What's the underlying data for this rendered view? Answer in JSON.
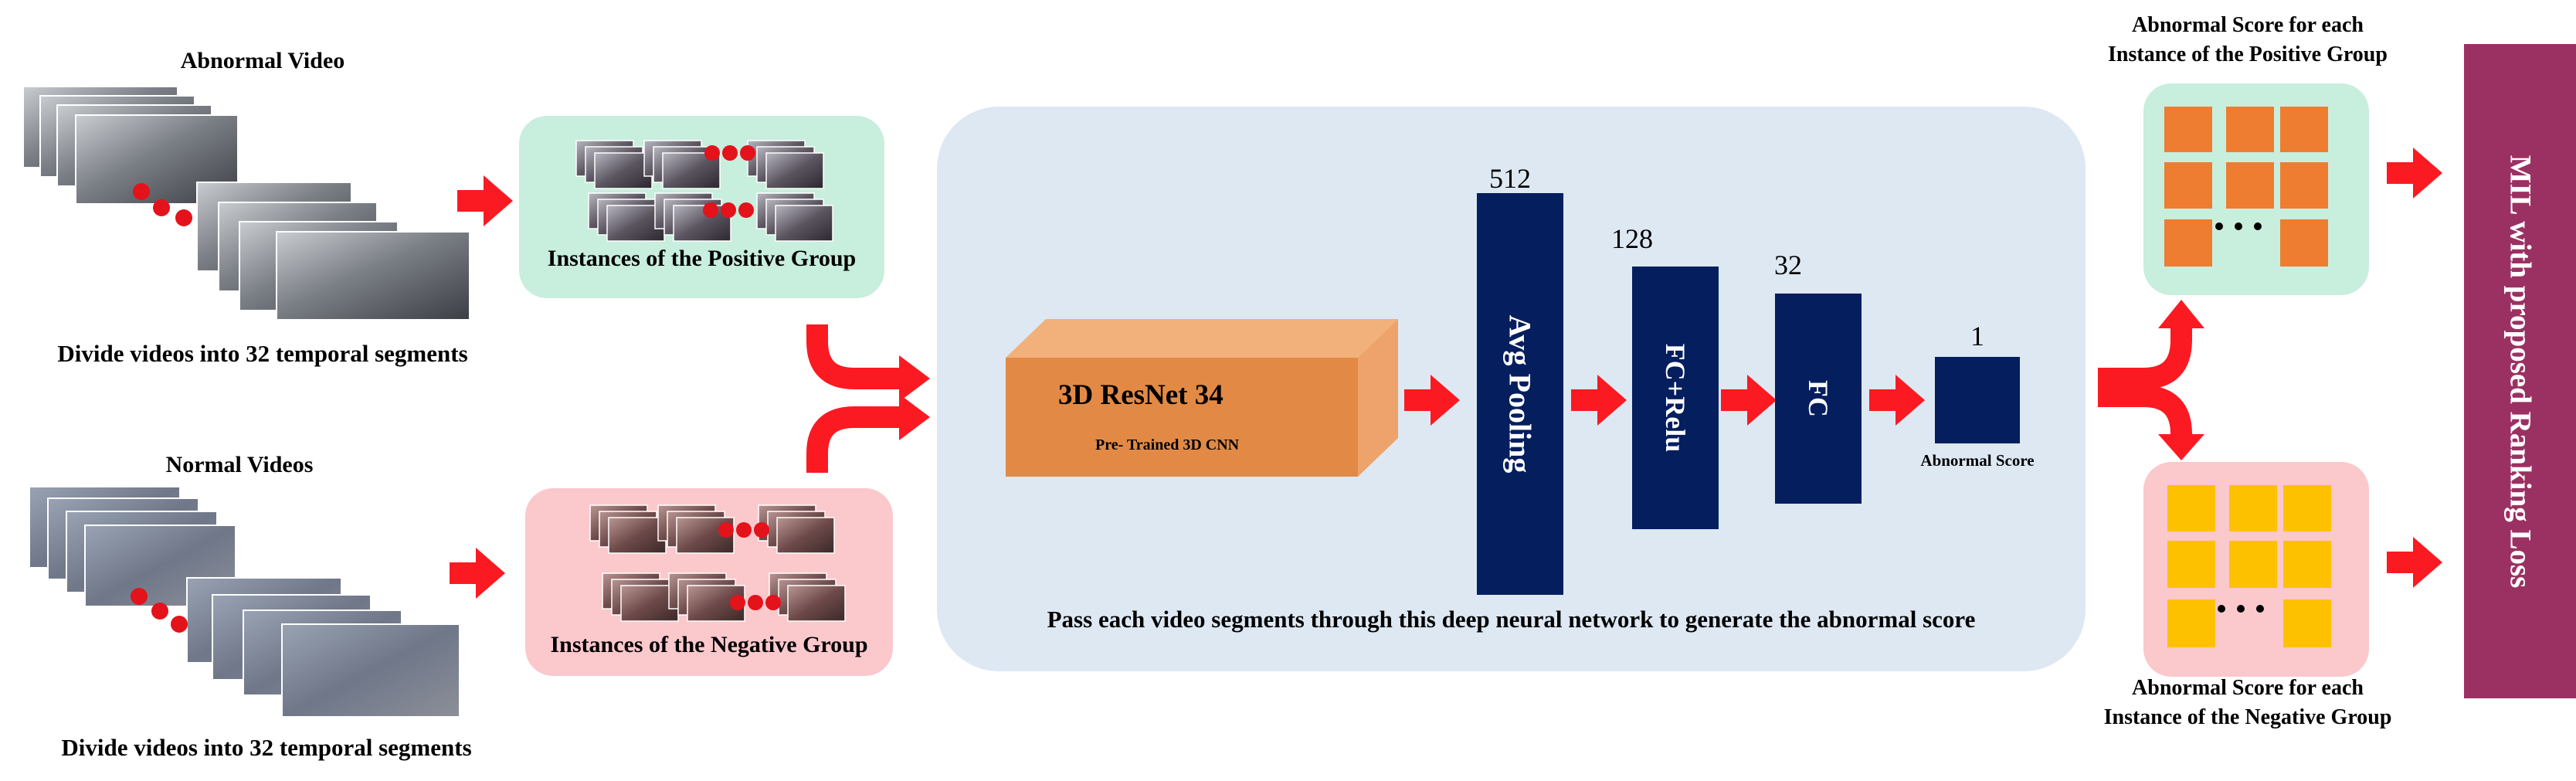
{
  "left": {
    "abnormal_title": "Abnormal Video",
    "abnormal_caption": "Divide videos into 32 temporal segments",
    "normal_title": "Normal Videos",
    "normal_caption": "Divide videos into 32 temporal segments"
  },
  "groups": {
    "positive_label": "Instances of the Positive Group",
    "negative_label": "Instances of the Negative Group"
  },
  "network": {
    "resnet_title": "3D ResNet 34",
    "resnet_subtitle": "Pre- Trained 3D CNN",
    "avgpool_label": "Avg Pooling",
    "avgpool_dim": "512",
    "fcrelu_label": "FC+Relu",
    "fcrelu_dim": "128",
    "fc_label": "FC",
    "fc_dim": "32",
    "score_dim": "1",
    "score_label": "Abnormal Score",
    "caption": "Pass each video segments through this deep neural network to generate the abnormal score"
  },
  "scores": {
    "positive_title_line1": "Abnormal Score for each",
    "positive_title_line2": "Instance of the Positive Group",
    "negative_title_line1": "Abnormal Score for each",
    "negative_title_line2": "Instance of the Negative Group"
  },
  "loss": {
    "label": "MIL with proposed Ranking Loss"
  },
  "colors": {
    "positive_panel": "#c8eedd",
    "negative_panel": "#fbc8cc",
    "network_panel": "#dde8f3",
    "resnet_block": "#e28a45",
    "dense_block": "#041e5e",
    "positive_square": "#ee7d31",
    "negative_square": "#fdc100",
    "loss_bar": "#9b3163",
    "arrow": "#fb1a22"
  }
}
